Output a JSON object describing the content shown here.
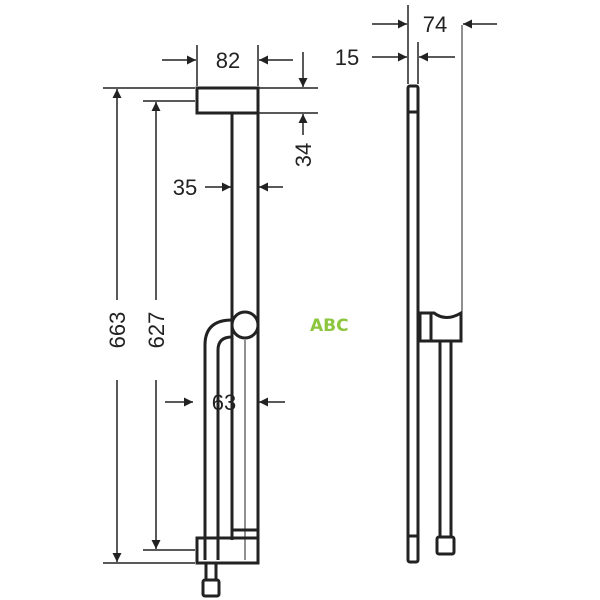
{
  "drawing": {
    "type": "technical dimension drawing",
    "subject": "shower rail with hose and holder",
    "views": [
      "front view",
      "side view"
    ],
    "line_color": "#222222",
    "background": "#ffffff"
  },
  "dimensions": {
    "top_block_width": "82",
    "top_offset": "34",
    "rail_width": "35",
    "total_height": "663",
    "rail_height": "627",
    "holder_width": "63",
    "side_depth": "74",
    "side_rail_depth": "15"
  },
  "watermark": {
    "text": "ABC",
    "color": "#8cc63f"
  }
}
